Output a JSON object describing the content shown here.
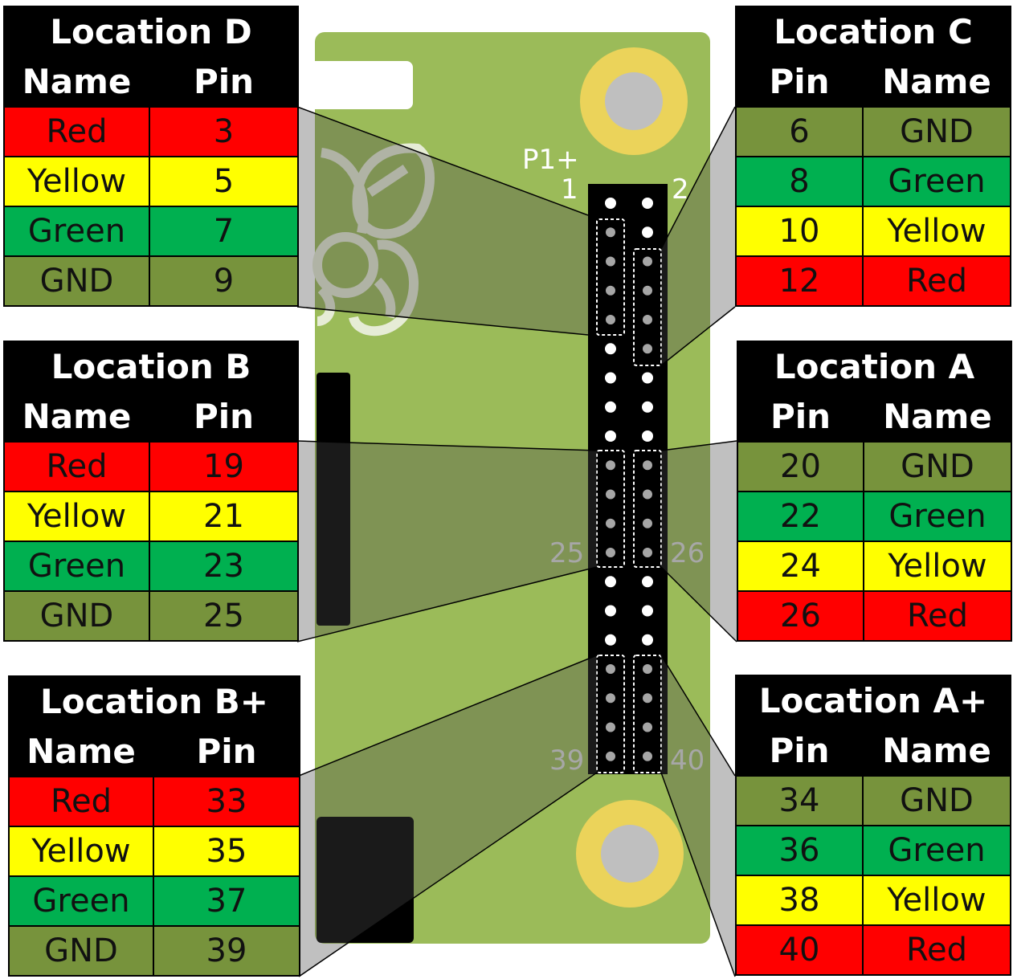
{
  "header_label": "P1+",
  "pin_numbers": {
    "p1": "1",
    "p2": "2",
    "p25": "25",
    "p26": "26",
    "p39": "39",
    "p40": "40"
  },
  "colors": {
    "Red": "#ff0000",
    "Yellow": "#ffff00",
    "Green": "#00b050",
    "GND": "#77933c",
    "board": "#9bbb59",
    "pad": "#ebd35a"
  },
  "locations": {
    "D": {
      "title": "Location D",
      "col_name": "Name",
      "col_pin": "Pin",
      "rows": [
        {
          "name": "Red",
          "pin": "3"
        },
        {
          "name": "Yellow",
          "pin": "5"
        },
        {
          "name": "Green",
          "pin": "7"
        },
        {
          "name": "GND",
          "pin": "9"
        }
      ]
    },
    "B": {
      "title": "Location B",
      "col_name": "Name",
      "col_pin": "Pin",
      "rows": [
        {
          "name": "Red",
          "pin": "19"
        },
        {
          "name": "Yellow",
          "pin": "21"
        },
        {
          "name": "Green",
          "pin": "23"
        },
        {
          "name": "GND",
          "pin": "25"
        }
      ]
    },
    "Bp": {
      "title": "Location B+",
      "col_name": "Name",
      "col_pin": "Pin",
      "rows": [
        {
          "name": "Red",
          "pin": "33"
        },
        {
          "name": "Yellow",
          "pin": "35"
        },
        {
          "name": "Green",
          "pin": "37"
        },
        {
          "name": "GND",
          "pin": "39"
        }
      ]
    },
    "C": {
      "title": "Location C",
      "col_name": "Name",
      "col_pin": "Pin",
      "rows": [
        {
          "name": "GND",
          "pin": "6"
        },
        {
          "name": "Green",
          "pin": "8"
        },
        {
          "name": "Yellow",
          "pin": "10"
        },
        {
          "name": "Red",
          "pin": "12"
        }
      ]
    },
    "A": {
      "title": "Location A",
      "col_name": "Name",
      "col_pin": "Pin",
      "rows": [
        {
          "name": "GND",
          "pin": "20"
        },
        {
          "name": "Green",
          "pin": "22"
        },
        {
          "name": "Yellow",
          "pin": "24"
        },
        {
          "name": "Red",
          "pin": "26"
        }
      ]
    },
    "Ap": {
      "title": "Location A+",
      "col_name": "Name",
      "col_pin": "Pin",
      "rows": [
        {
          "name": "GND",
          "pin": "34"
        },
        {
          "name": "Green",
          "pin": "36"
        },
        {
          "name": "Yellow",
          "pin": "38"
        },
        {
          "name": "Red",
          "pin": "40"
        }
      ]
    }
  }
}
